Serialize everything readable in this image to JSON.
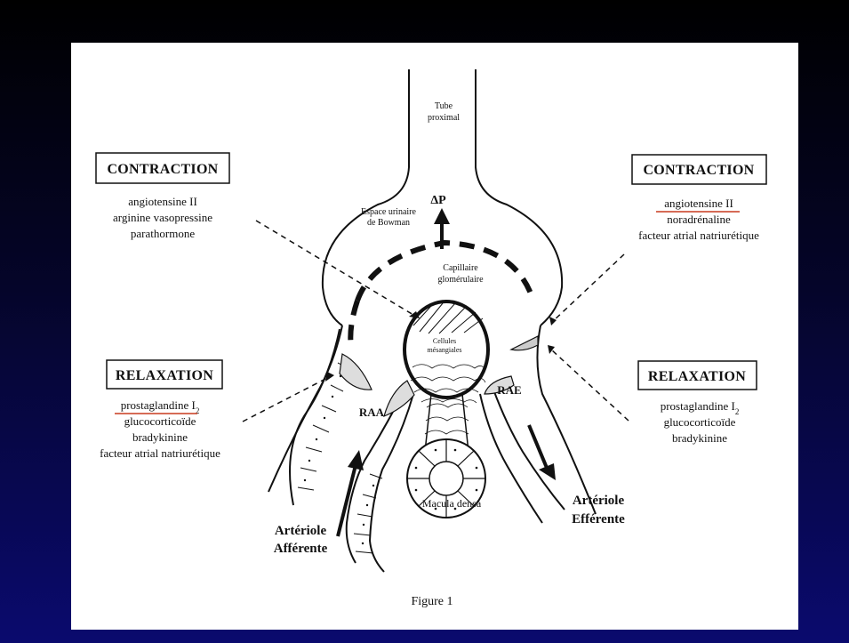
{
  "left_contraction": {
    "title": "CONTRACTION",
    "items": [
      "angiotensine II",
      "arginine vasopressine",
      "parathormone"
    ]
  },
  "right_contraction": {
    "title": "CONTRACTION",
    "items": [
      "angiotensine II",
      "noradrénaline",
      "facteur atrial natriurétique"
    ]
  },
  "left_relaxation": {
    "title": "RELAXATION",
    "item1": "prostaglandine I",
    "item1_sub": "2",
    "items": [
      "glucocorticoïde",
      "bradykinine",
      "facteur atrial natriurétique"
    ]
  },
  "right_relaxation": {
    "title": "RELAXATION",
    "item1": "prostaglandine I",
    "item1_sub": "2",
    "items": [
      "glucocorticoïde",
      "bradykinine"
    ]
  },
  "labels": {
    "tube_line1": "Tube",
    "tube_line2": "proximal",
    "delta_p": "ΔP",
    "espace_line1": "Espace urinaire",
    "espace_line2": "de Bowman",
    "capillaire_line1": "Capillaire",
    "capillaire_line2": "glomérulaire",
    "cellules_line1": "Cellules",
    "cellules_line2": "mésangiales",
    "raa": "RAA",
    "rae": "RAE",
    "macula": "Macula densa",
    "afferente_line1": "Artériole",
    "afferente_line2": "Afférente",
    "efferente_line1": "Artériole",
    "efferente_line2": "Efférente"
  },
  "caption": "Figure 1",
  "colors": {
    "underline": "#c83a1e",
    "background_top": "#000000",
    "background_bottom": "#0a0a6e"
  }
}
